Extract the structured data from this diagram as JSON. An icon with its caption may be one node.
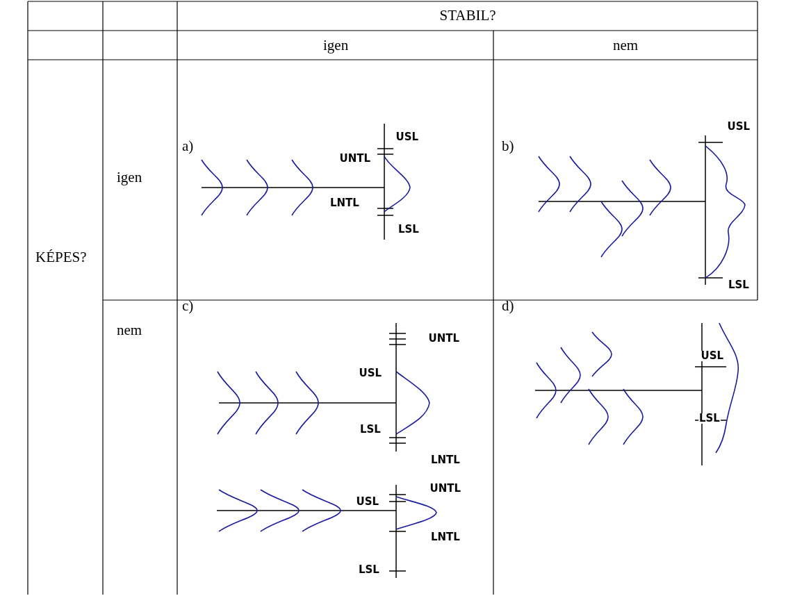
{
  "diagram": {
    "labels": [
      "STABIL?",
      "igen",
      "nem",
      "KÉPES?",
      "igen",
      "a)",
      "USL",
      "UNTL",
      "LNTL",
      "LSL",
      "b)",
      "USL",
      "LSL",
      "nem",
      "c)",
      "UNTL",
      "USL",
      "LSL",
      "LNTL",
      "UNTL",
      "USL",
      "LNTL",
      "LSL",
      "d)",
      "USL",
      "LSL"
    ]
  }
}
